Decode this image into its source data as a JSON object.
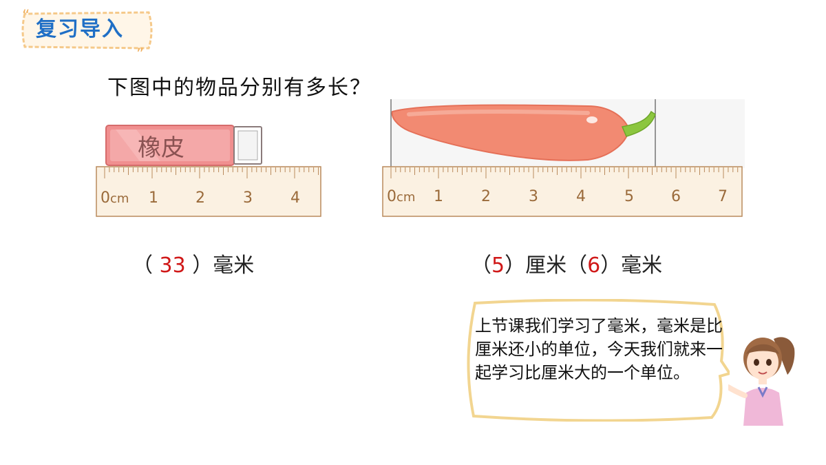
{
  "badge": {
    "title": "复习导入"
  },
  "question": "下图中的物品分别有多长？",
  "eraser": {
    "label": "橡皮",
    "length_mm": 33
  },
  "pepper": {
    "length_cm": 5,
    "length_mm": 6
  },
  "ruler_left": {
    "unit": "cm",
    "ticks": [
      "0",
      "1",
      "2",
      "3",
      "4"
    ]
  },
  "ruler_right": {
    "unit": "cm",
    "ticks": [
      "0",
      "1",
      "2",
      "3",
      "4",
      "5",
      "6",
      "7"
    ]
  },
  "answer_left": {
    "open": "（",
    "value": "33",
    "close": "）毫米"
  },
  "answer_right": {
    "open1": "（",
    "value1": "5",
    "mid": "）厘米（",
    "value2": "6",
    "close": "）毫米"
  },
  "speech": "上节课我们学习了毫米，毫米是比厘米还小的单位，今天我们就来一起学习比厘米大的一个单位。",
  "colors": {
    "badge_text": "#1f6fc6",
    "answer_value": "#d01818",
    "ruler_fill": "#fbf1e2",
    "ruler_ink": "#b98a5c",
    "eraser": "#f08f8f",
    "pepper": "#f28a72",
    "stem": "#8cc63f",
    "bubble_border": "#f2d590"
  }
}
